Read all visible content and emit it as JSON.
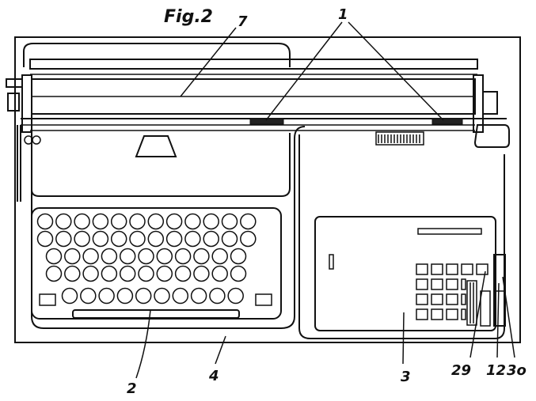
{
  "figure": {
    "title": "Fig.2",
    "labels": {
      "l1": "1",
      "l7": "7",
      "l2": "2",
      "l4": "4",
      "l3": "3",
      "l29": "29",
      "l12": "12",
      "l30": "3o"
    },
    "ink_color": "#111111",
    "background": "#ffffff"
  }
}
